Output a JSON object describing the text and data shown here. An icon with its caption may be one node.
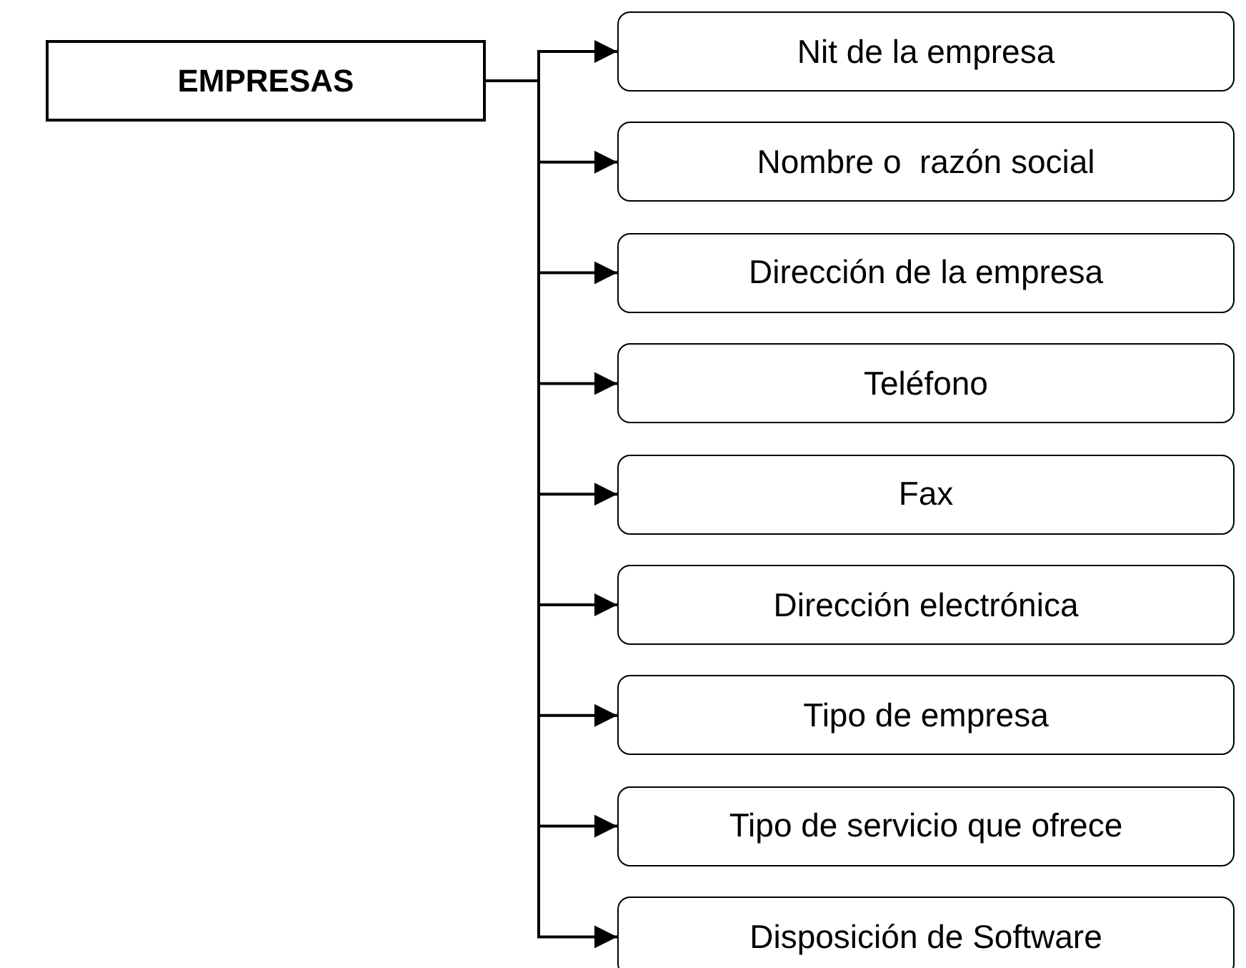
{
  "diagram": {
    "nodes": [
      {
        "text": [
          "EMPRESAS"
        ]
      },
      {
        "text": [
          "Nit de la empresa"
        ]
      },
      {
        "text": [
          "Nombre o  razón social"
        ]
      },
      {
        "text": [
          "Dirección de la empresa"
        ]
      },
      {
        "text": [
          "Teléfono"
        ]
      },
      {
        "text": [
          "Fax"
        ]
      },
      {
        "text": [
          "Dirección electrónica"
        ]
      },
      {
        "text": [
          "Tipo de empresa"
        ]
      },
      {
        "text": [
          "Tipo de servicio que ofrece"
        ]
      },
      {
        "text": [
          "Disposición de Software"
        ]
      }
    ],
    "edges": [
      {
        "from": 0,
        "to": 1,
        "arrow": "to"
      },
      {
        "from": 0,
        "to": 2,
        "arrow": "to"
      },
      {
        "from": 0,
        "to": 3,
        "arrow": "to"
      },
      {
        "from": 0,
        "to": 4,
        "arrow": "to"
      },
      {
        "from": 0,
        "to": 5,
        "arrow": "to"
      },
      {
        "from": 0,
        "to": 6,
        "arrow": "to"
      },
      {
        "from": 0,
        "to": 7,
        "arrow": "to"
      },
      {
        "from": 0,
        "to": 8,
        "arrow": "to"
      },
      {
        "from": 0,
        "to": 9,
        "arrow": "to"
      }
    ]
  }
}
